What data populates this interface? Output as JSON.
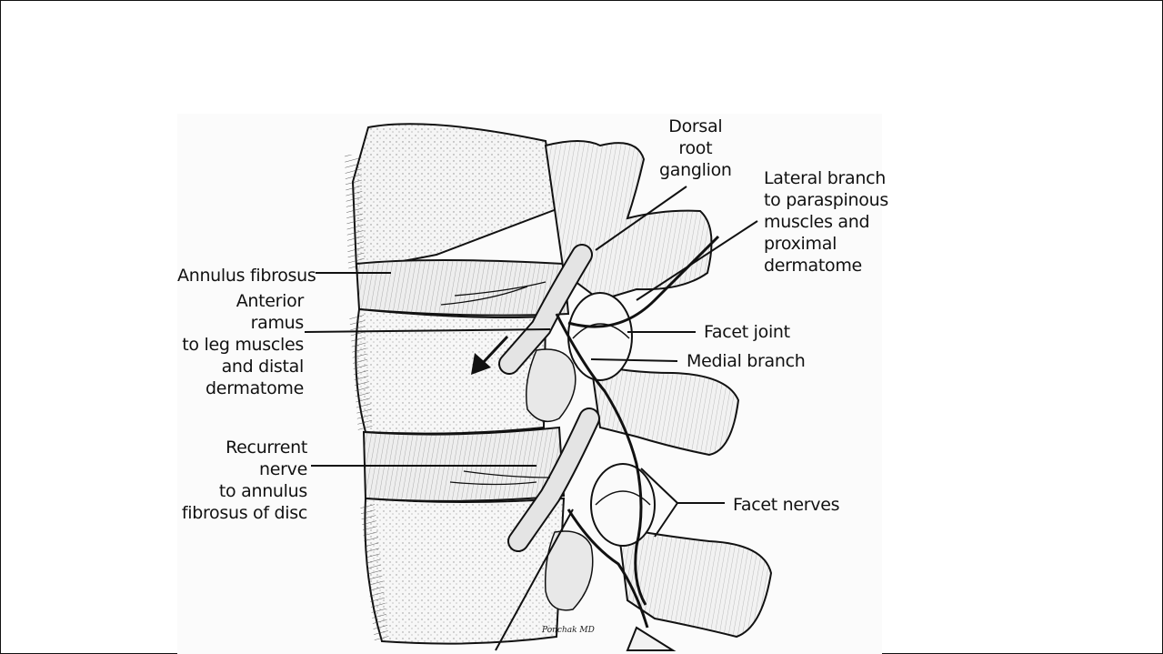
{
  "labels": {
    "dorsal_root_ganglion": "Dorsal\nroot\nganglion",
    "lateral_branch": "Lateral branch\nto paraspinous\nmuscles and\nproximal\ndermatome",
    "annulus_fibrosus": "Annulus fibrosus",
    "anterior_ramus": "Anterior ramus\nto leg muscles\nand distal\ndermatome",
    "facet_joint": "Facet joint",
    "medial_branch": "Medial branch",
    "recurrent_nerve": "Recurrent nerve\nto annulus\nfibrosus of disc",
    "facet_nerves": "Facet nerves"
  },
  "artist_signature": "Ponchak MD"
}
